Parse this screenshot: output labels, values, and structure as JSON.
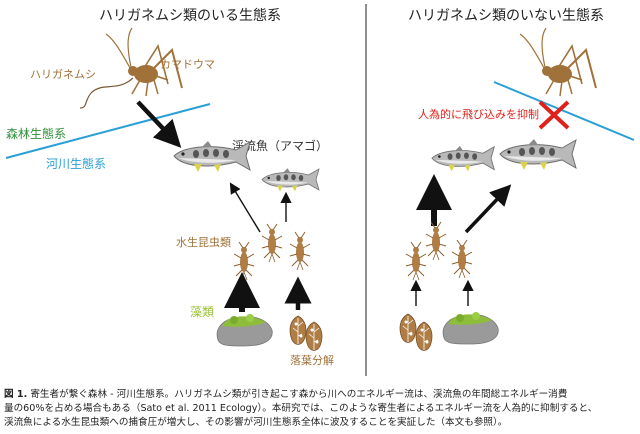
{
  "left_panel": {
    "title": "ハリガネムシ類のいる生態系",
    "hairworm_label": "ハリガネムシ",
    "cricket_label": "カマドウマ",
    "forest_label": "森林生態系",
    "river_label": "河川生態系",
    "fish_label": "渓流魚（アマゴ）",
    "insect_label": "水生昆虫類",
    "algae_label": "藻類",
    "litter_label": "落葉分解"
  },
  "right_panel": {
    "title": "ハリガネムシ類のいない生態系",
    "suppression_label": "人為的に飛び込みを抑制"
  },
  "caption": {
    "figure_number": "図 1.",
    "line1": "寄生者が繋ぐ森林 - 河川生態系。ハリガネムシ類が引き起こす森から川へのエネルギー流は、渓流魚の年間総エネルギー消費",
    "line2": "量の60%を占める場合もある（Sato et al. 2011 Ecology）。本研究では、このような寄生者によるエネルギー流を人為的に抑制すると、",
    "line3": "渓流魚による水生昆虫類への捕食圧が増大し、その影響が河川生態系全体に波及することを実証した（本文も参照）。"
  },
  "colors": {
    "forest_line": "#2a9fd6",
    "cricket": "#a0723a",
    "cross": "#e0201b",
    "algae": "#8dbd3a",
    "rock": "#9a9a9a"
  }
}
